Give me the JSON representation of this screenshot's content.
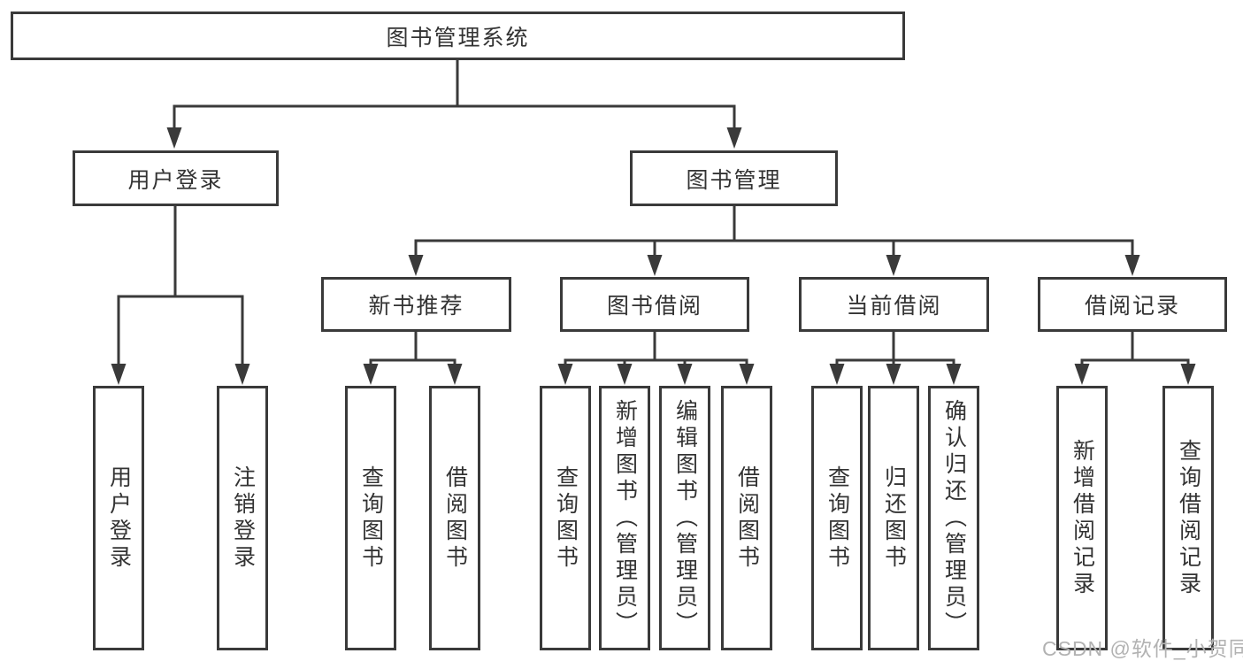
{
  "tree": {
    "label": "图书管理系统",
    "children": [
      {
        "label": "用户登录",
        "children": [
          {
            "label": "用户登录"
          },
          {
            "label": "注销登录"
          }
        ]
      },
      {
        "label": "图书管理",
        "children": [
          {
            "label": "新书推荐",
            "children": [
              {
                "label": "查询图书"
              },
              {
                "label": "借阅图书"
              }
            ]
          },
          {
            "label": "图书借阅",
            "children": [
              {
                "label": "查询图书"
              },
              {
                "label": "新增图书（管理员）"
              },
              {
                "label": "编辑图书（管理员）"
              },
              {
                "label": "借阅图书"
              }
            ]
          },
          {
            "label": "当前借阅",
            "children": [
              {
                "label": "查询图书"
              },
              {
                "label": "归还图书"
              },
              {
                "label": "确认归还（管理员）"
              }
            ]
          },
          {
            "label": "借阅记录",
            "children": [
              {
                "label": "新增借阅记录"
              },
              {
                "label": "查询借阅记录"
              }
            ]
          }
        ]
      }
    ]
  },
  "watermark": {
    "text": "CSDN @软件_小贺同学"
  },
  "colors": {
    "line": "#3a3a3a",
    "text": "#333333",
    "watermark": "#b2b2b2"
  }
}
